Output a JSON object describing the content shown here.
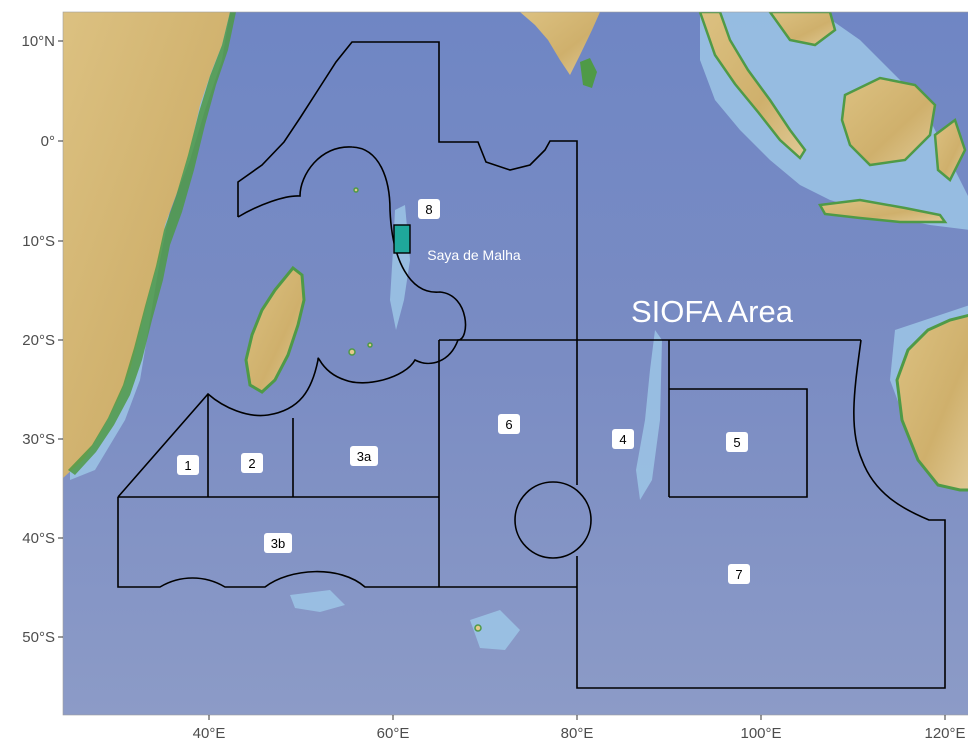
{
  "map": {
    "title": "SIOFA Area",
    "highlight_label": "Saya de Malha",
    "highlight_color": "#1fa89b",
    "ocean_color": "#7b8dc4",
    "land_color": "#d9bd7e",
    "lowland_color": "#4f9a47",
    "boundary_color": "#000000"
  },
  "axes": {
    "x_ticks": [
      "40°E",
      "60°E",
      "80°E",
      "100°E",
      "120°E"
    ],
    "y_ticks": [
      "10°N",
      "0°",
      "10°S",
      "20°S",
      "30°S",
      "40°S",
      "50°S"
    ]
  },
  "subareas": [
    {
      "label": "1"
    },
    {
      "label": "2"
    },
    {
      "label": "3a"
    },
    {
      "label": "3b"
    },
    {
      "label": "4"
    },
    {
      "label": "5"
    },
    {
      "label": "6"
    },
    {
      "label": "7"
    },
    {
      "label": "8"
    }
  ]
}
